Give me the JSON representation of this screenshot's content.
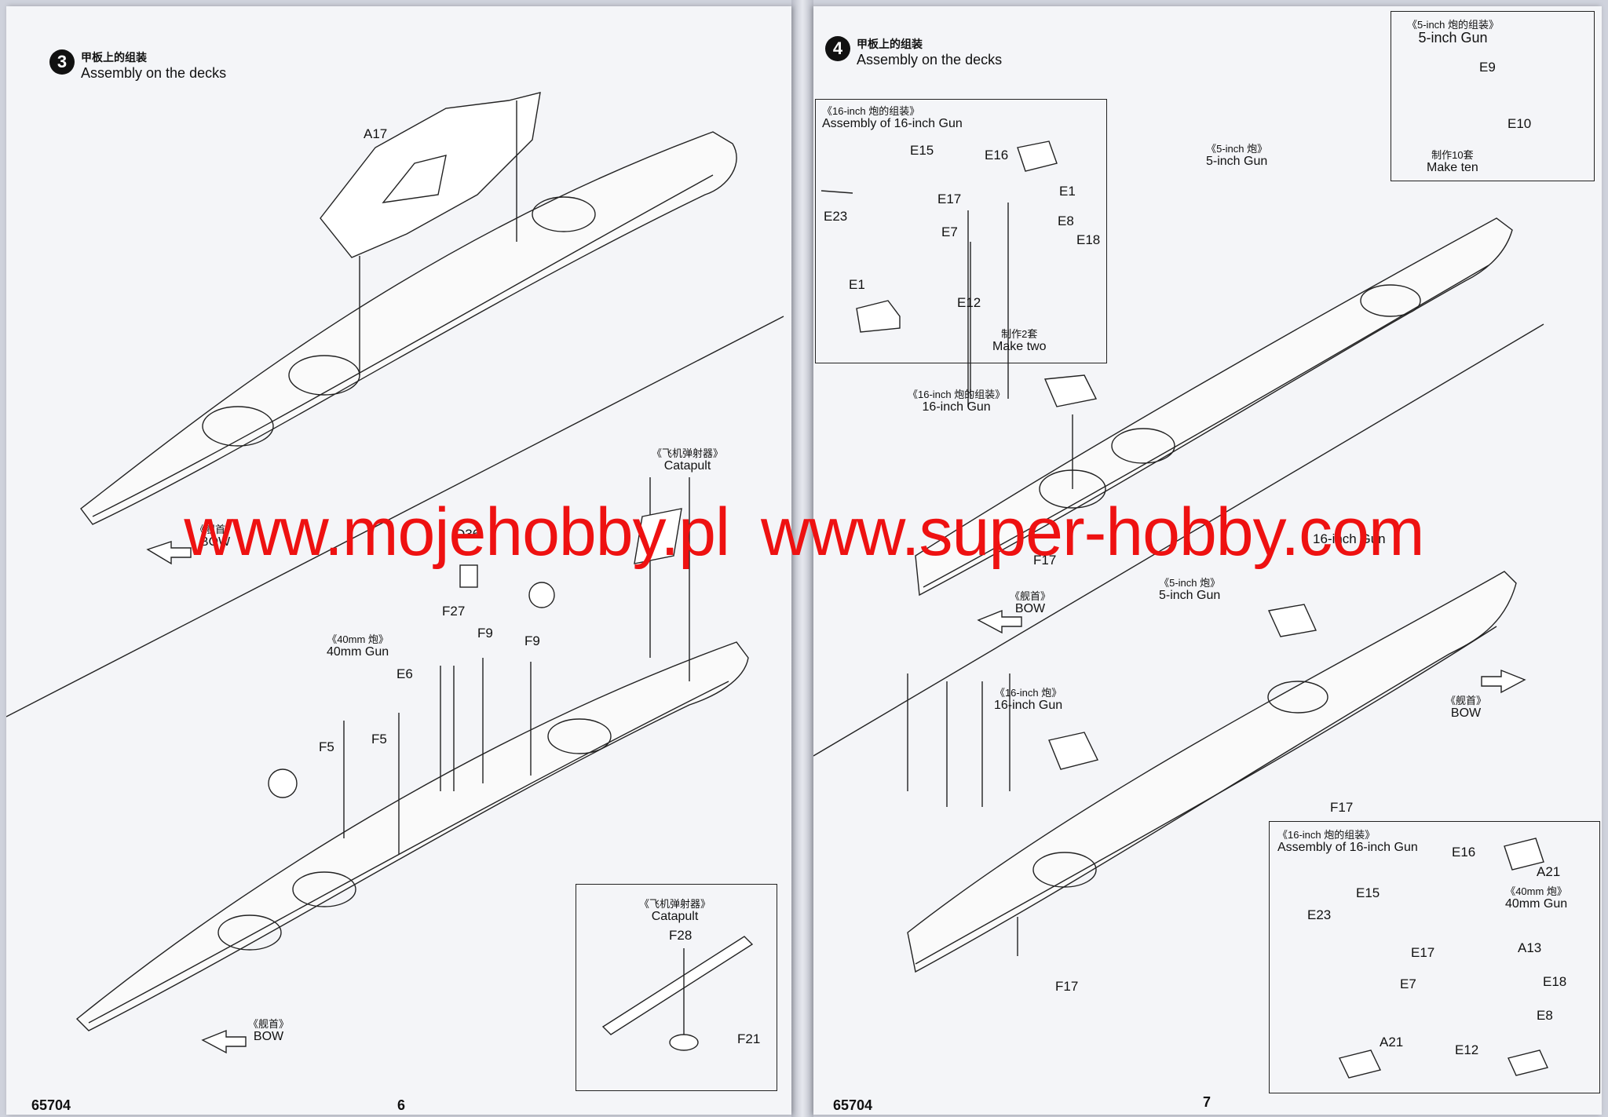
{
  "left_page": {
    "step": {
      "number": "3",
      "title_cn": "甲板上的组装",
      "title_en": "Assembly on the decks"
    },
    "labels": {
      "a17": "A17",
      "bow_cn_1": "《舰首》",
      "bow_1": "BOW",
      "catapult_cn": "《飞机弹射器》",
      "catapult": "Catapult",
      "d36": "D36",
      "f27": "F27",
      "f9a": "F9",
      "f9b": "F9",
      "gun40_cn": "《40mm 炮》",
      "gun40": "40mm Gun",
      "e6": "E6",
      "f5a": "F5",
      "f5b": "F5",
      "bow_cn_2": "《舰首》",
      "bow_2": "BOW"
    },
    "catapult_box": {
      "title_cn": "《飞机弹射器》",
      "title_en": "Catapult",
      "f28": "F28",
      "f21": "F21"
    },
    "footer": {
      "code": "65704",
      "page": "6"
    }
  },
  "right_page": {
    "step": {
      "number": "4",
      "title_cn": "甲板上的组装",
      "title_en": "Assembly on the decks"
    },
    "box_16_top": {
      "title_cn": "《16-inch 炮的组装》",
      "title_en": "Assembly of 16-inch Gun",
      "e15": "E15",
      "e16": "E16",
      "e17": "E17",
      "e1a": "E1",
      "e23": "E23",
      "e7": "E7",
      "e8": "E8",
      "e18": "E18",
      "e1b": "E1",
      "e12": "E12",
      "make_cn": "制作2套",
      "make_en": "Make two"
    },
    "box_5_inch": {
      "title_cn": "《5-inch 炮的组装》",
      "title_en": "5-inch Gun",
      "e9": "E9",
      "e10": "E10",
      "make_cn": "制作10套",
      "make_en": "Make ten"
    },
    "labels": {
      "gun5_cn_1": "《5-inch 炮》",
      "gun5_1": "5-inch Gun",
      "gun16_cn_1": "《16-inch 炮的组装》",
      "gun16_1": "16-inch Gun",
      "bow_cn_1": "《舰首》",
      "bow_1": "BOW",
      "f17a": "F17",
      "gun16_2": "16-inch Gun",
      "gun5_cn_2": "《5-inch 炮》",
      "gun5_2": "5-inch Gun",
      "bow_cn_2": "《舰首》",
      "bow_2": "BOW",
      "gun16_cn_3": "《16-inch 炮》",
      "gun16_3": "16-inch Gun",
      "f17b": "F17",
      "f17c": "F17"
    },
    "box_16_bottom": {
      "title_cn": "《16-inch 炮的组装》",
      "title_en": "Assembly of 16-inch Gun",
      "e16": "E16",
      "a21a": "A21",
      "e15": "E15",
      "e23": "E23",
      "gun40_cn": "《40mm 炮》",
      "gun40": "40mm Gun",
      "e17": "E17",
      "a13": "A13",
      "e7": "E7",
      "e18": "E18",
      "a21b": "A21",
      "e8": "E8",
      "e12": "E12"
    },
    "footer": {
      "code": "65704",
      "page": "7"
    }
  },
  "watermark": {
    "left": "www.mojehobby.pl",
    "right": "www.super-hobby.com"
  }
}
